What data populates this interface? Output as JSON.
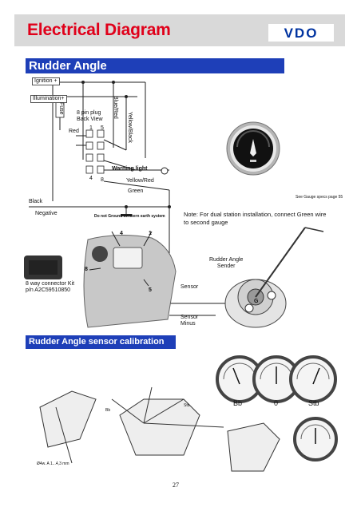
{
  "header": {
    "title": "Electrical Diagram",
    "brand": "VDO"
  },
  "section1": {
    "title": "Rudder Angle"
  },
  "wiring": {
    "ignition": "Ignition +",
    "illumination": "Illumination+",
    "fuse": "Fuse",
    "plug_line1": "8 pin plug",
    "plug_line2": "Back  View",
    "pin_1": "1",
    "pin_5": "5",
    "pin_4": "4",
    "pin_8": "8",
    "red": "Red",
    "blue_red": "Blue/Red",
    "yellow_black": "Yellow/Black",
    "warning_light": "Warning light",
    "yellow_red": "Yellow/Red",
    "green": "Green",
    "black": "Black",
    "negative": "Negative",
    "ground_note": "Do not Ground on stern earth system",
    "see_gauge": "See Gauge specs page 55"
  },
  "note": "Note: For dual station installation, connect Green wire to second gauge",
  "connector": {
    "kit_line1": "8 way connector Kit",
    "kit_line2": "p/n A2C59510850",
    "pin_4": "4",
    "pin_1": "1",
    "pin_8": "8",
    "pin_5": "5"
  },
  "sender": {
    "label_line1": "Rudder Angle",
    "label_line2": "Sender",
    "sensor": "Sensor",
    "sensor_minus_line1": "Sensor",
    "sensor_minus_line2": "Minus",
    "g": "G"
  },
  "section2": {
    "title": "Rudder Angle sensor calibration"
  },
  "calibration": {
    "bb": "Bb",
    "zero": "0",
    "stb": "Stb",
    "bb_small": "Bb",
    "stb_small": "Stb",
    "drill": "Ø4w. A 1...4,3 mm"
  },
  "page_number": "27",
  "colors": {
    "header_bg": "#d9d9d9",
    "title_red": "#e0001a",
    "band_blue": "#1e3fb8",
    "brand_blue": "#0033a0"
  }
}
